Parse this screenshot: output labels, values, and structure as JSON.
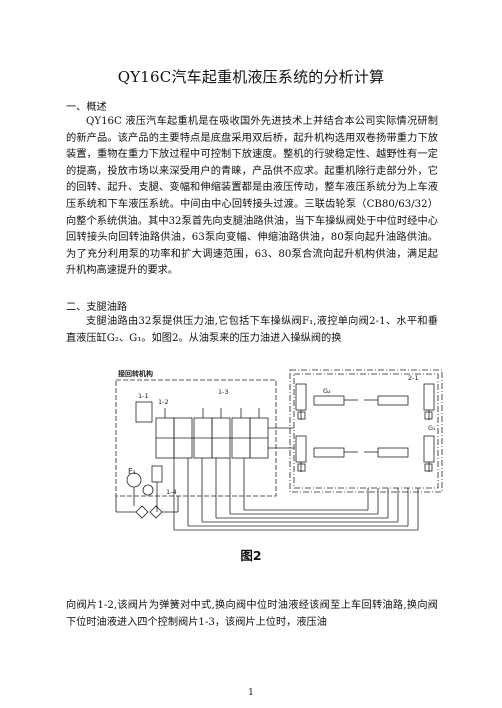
{
  "title": "QY16C汽车起重机液压系统的分析计算",
  "section1": {
    "heading": "一、概述",
    "paragraph": "QY16C 液压汽车起重机是在吸收国外先进技术上并结合本公司实际情况研制的新产品。该产品的主要特点是底盘采用双后桥，起升机构选用双卷扬带重力下放装置，重物在重力下放过程中可控制下放速度。整机的行驶稳定性、越野性有一定的提高，投放市场以来深受用户的青睐，产品供不应求。起重机除行走部分外，它的回转、起升、支腿、变幅和伸缩装置都是由液压传动，整车液压系统分为上车液压系统和下车液压系统。中间由中心回转接头过渡。三联齿轮泵（CB80/63/32）向整个系统供油。其中32泵首先向支腿油路供油，当下车操纵阀处于中位时经中心回转接头向回转油路供油，63泵向变幅、伸缩油路供油，80泵向起升油路供油。为了充分利用泵的功率和扩大调速范围，63、80泵合流向起升机构供油，满足起升机构高速提升的要求。"
  },
  "section2": {
    "heading": "二、支腿油路",
    "paragraph": "支腿油路由32泵提供压力油,它包括下车操纵阀F₁,液控单向阀2-1、水平和垂直液压缸G₂、G₁。如图2。从油泵来的压力油进入操纵阀的换"
  },
  "figure": {
    "caption": "图2",
    "label_swivel": "接回转机构",
    "label_f1": "F₁",
    "label_1_1": "1-1",
    "label_1_2": "1-2",
    "label_1_3": "1-3",
    "label_1_4": "1-4",
    "label_2_1": "2-1",
    "label_g1": "G₁",
    "label_g2": "G₂"
  },
  "continuation": "向阀片1-2,该阀片为弹簧对中式,换向阀中位时油液经该阀至上车回转油路,换向阀下位时油液进入四个控制阀片1-3，该阀片上位时，液压油",
  "page_number": "1"
}
